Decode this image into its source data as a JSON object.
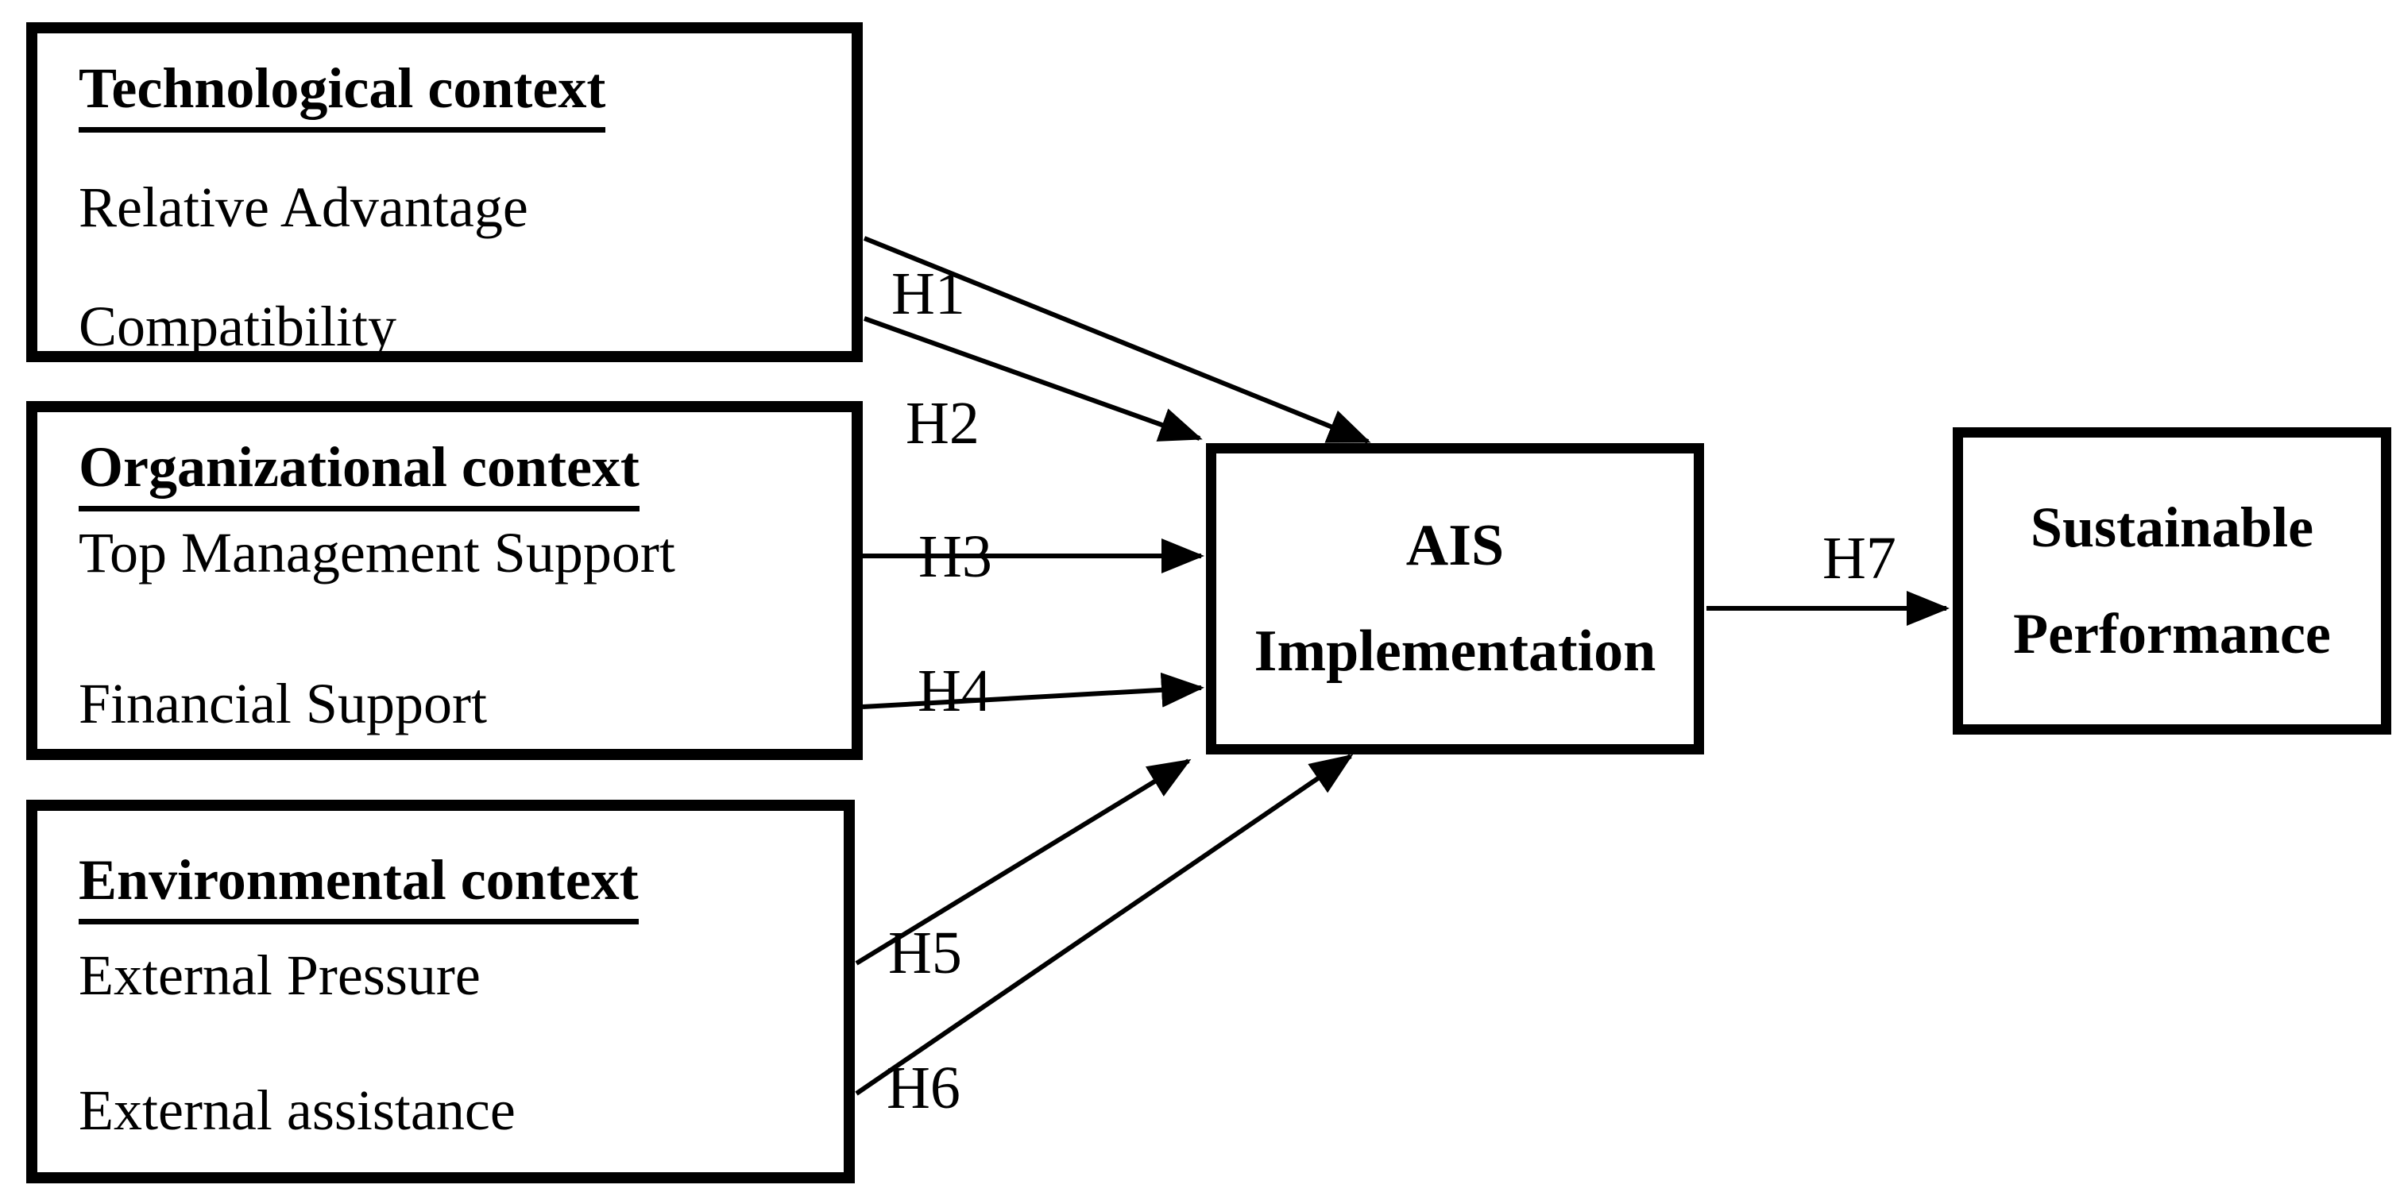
{
  "diagram": {
    "boxes": {
      "technological": {
        "heading": "Technological context",
        "items": [
          "Relative Advantage",
          "Compatibility"
        ]
      },
      "organizational": {
        "heading": "Organizational context",
        "items": [
          "Top Management Support",
          "Financial Support"
        ]
      },
      "environmental": {
        "heading": "Environmental context",
        "items": [
          "External Pressure",
          "External assistance"
        ]
      },
      "ais": {
        "line1": "AIS",
        "line2": "Implementation"
      },
      "sustainable": {
        "line1": "Sustainable",
        "line2": "Performance"
      }
    },
    "hypotheses": {
      "h1": "H1",
      "h2": "H2",
      "h3": "H3",
      "h4": "H4",
      "h5": "H5",
      "h6": "H6",
      "h7": "H7"
    },
    "colors": {
      "stroke": "#000000",
      "background": "#ffffff"
    }
  }
}
